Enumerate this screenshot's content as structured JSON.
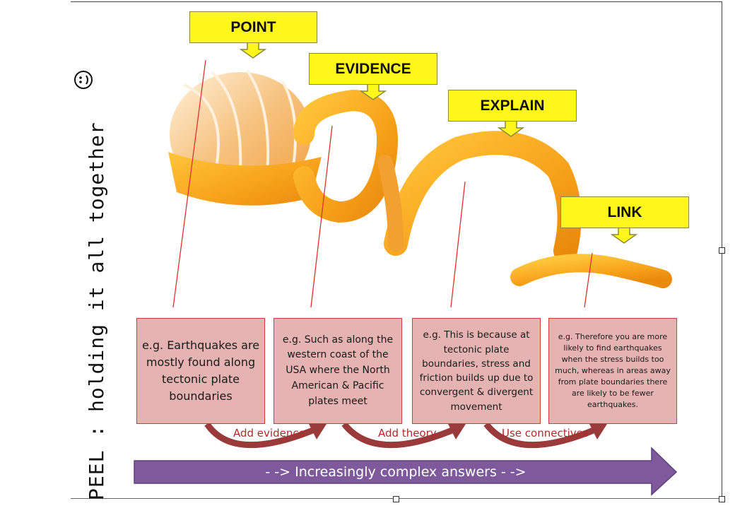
{
  "sidebar": {
    "title": "PEEL : holding it all together",
    "smiley_icon": "smiley-face-icon"
  },
  "labels": [
    {
      "text": "POINT"
    },
    {
      "text": "EVIDENCE"
    },
    {
      "text": "EXPLAIN"
    },
    {
      "text": "LINK"
    }
  ],
  "steps": [
    {
      "text": "e.g. Earthquakes are mostly found along tectonic plate boundaries"
    },
    {
      "text": "e.g. Such as along the western coast of the USA where the North American & Pacific plates meet"
    },
    {
      "text": "e.g. This is because at tectonic plate boundaries, stress and friction builds up due to convergent & divergent movement"
    },
    {
      "text": "e.g. Therefore you are more likely to find earthquakes when the stress builds too much, whereas in areas away from plate boundaries there are likely to be fewer earthquakes."
    }
  ],
  "connectors": [
    {
      "text": "Add evidence"
    },
    {
      "text": "Add theory"
    },
    {
      "text": "Use connectives"
    }
  ],
  "progress": {
    "text": "- -> Increasingly complex answers - ->"
  },
  "colors": {
    "label_fill": "#fff71c",
    "step_fill": "#e6b3b3",
    "step_border": "#d23c3c",
    "connector_arrow": "#9b3a3a",
    "progress_arrow": "#7e5a9c",
    "orange": "#f7a21b"
  }
}
